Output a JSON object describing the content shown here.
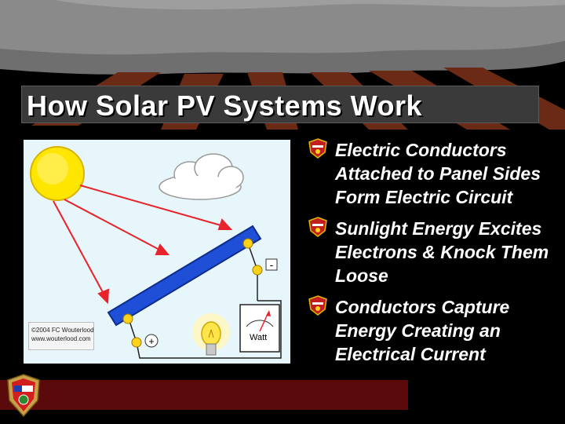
{
  "slide": {
    "title": "How Solar PV Systems Work",
    "bullets": [
      {
        "text": "Electric Conductors Attached to Panel Sides Form Electric Circuit",
        "icon": "badge-bullet-icon"
      },
      {
        "text": "Sunlight Energy Excites Electrons & Knock Them Loose",
        "icon": "badge-bullet-icon"
      },
      {
        "text": "Conductors Capture Energy Creating an Electrical Current",
        "icon": "badge-bullet-icon"
      }
    ],
    "diagram": {
      "copyright_line1": "©2004 FC Wouterlood",
      "copyright_line2": "www.wouterlood.com",
      "meter_label": "Watt",
      "minus_sign": "-",
      "plus_sign": "+"
    },
    "logo_icon": "fire-department-badge-icon"
  },
  "colors": {
    "background": "#000000",
    "title_bar": "#3a3a3a",
    "text": "#ffffff",
    "sun": "#ffe600",
    "panel": "#1f4fd6",
    "arrows": "#e8232b",
    "diagram_bg": "#e6f6fb",
    "dark_red_band": "#5a0a0a"
  }
}
